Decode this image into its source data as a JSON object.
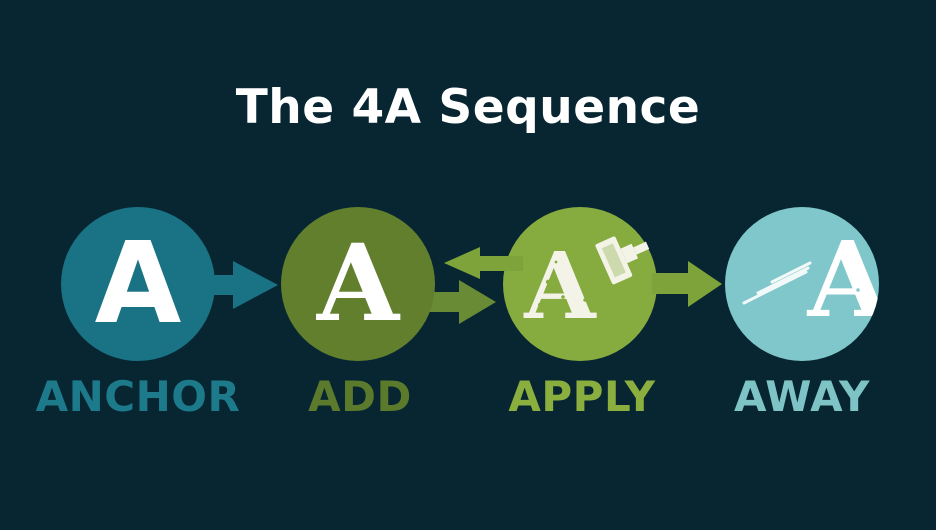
{
  "title": "The 4A Sequence",
  "colors": {
    "background": "#072631",
    "anchor": "#1a7384",
    "add": "#627f2d",
    "apply": "#86ab3f",
    "away": "#7fc7ca",
    "add_arrow": "#6a8b35",
    "apply_arrow": "#7ea33b",
    "label_anchor": "#1d7a8b",
    "label_add": "#5b7a2b",
    "label_apply": "#8aaf3e",
    "label_away": "#7ec3c6"
  },
  "stages": [
    {
      "letter": "A",
      "label": "ANCHOR"
    },
    {
      "letter": "A",
      "label": "ADD"
    },
    {
      "letter": "A",
      "label": "APPLY"
    },
    {
      "letter": "A",
      "label": "AWAY"
    }
  ]
}
